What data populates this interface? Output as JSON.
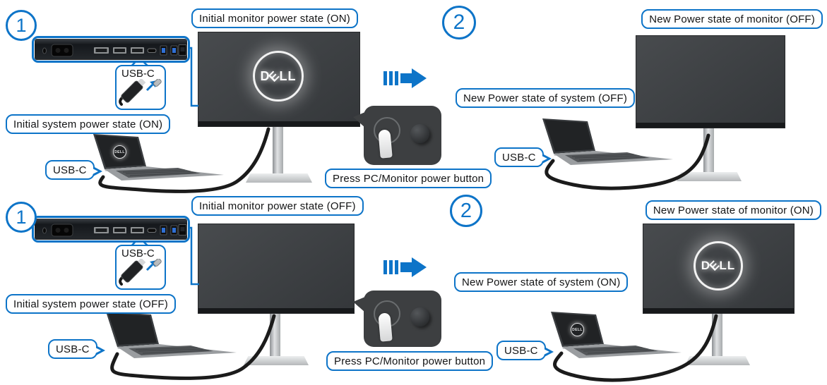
{
  "accent_color": "#0d74c8",
  "usb_port_color": "#2f6fd4",
  "dell_logo": {
    "d": "D",
    "e": "E",
    "ll": "LL",
    "word": "DELL"
  },
  "rows": [
    {
      "initial": {
        "badge": "1",
        "monitor_label": "Initial monitor power state (ON)",
        "system_label": "Initial system power state (ON)",
        "usbc_port_label": "USB-C",
        "usbc_laptop_label": "USB-C",
        "press_button_label": "Press PC/Monitor power button"
      },
      "result": {
        "badge": "2",
        "monitor_label": "New Power state of monitor (OFF)",
        "system_label": "New Power state of system (OFF)",
        "usbc_laptop_label": "USB-C"
      }
    },
    {
      "initial": {
        "badge": "1",
        "monitor_label": "Initial monitor power state (OFF)",
        "system_label": "Initial system power state (OFF)",
        "usbc_port_label": "USB-C",
        "usbc_laptop_label": "USB-C",
        "press_button_label": "Press PC/Monitor power button"
      },
      "result": {
        "badge": "2",
        "monitor_label": "New Power state of monitor (ON)",
        "system_label": "New Power state of system (ON)",
        "usbc_laptop_label": "USB-C"
      }
    }
  ]
}
